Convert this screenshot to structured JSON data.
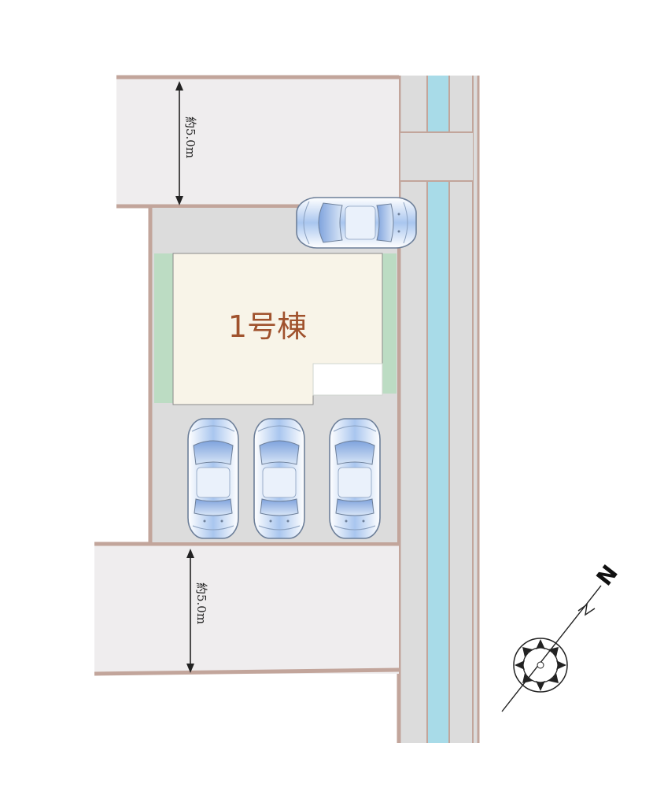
{
  "building": {
    "label": "1号棟"
  },
  "dimensions": {
    "top_plot": "約5.0m",
    "bottom_plot": "約5.0m"
  },
  "compass": {
    "label": "N",
    "icon": "north-arrow-icon"
  },
  "parking": {
    "car_icon": "car-icon",
    "count": 4
  },
  "colors": {
    "boundary": "#c2a59b",
    "neighbor_plot": "#efedee",
    "driveway": "#dcdcdc",
    "building": "#f8f4e8",
    "garden": "#bcdcc3",
    "waterway": "#a8dbe8",
    "label_text": "#a0522d"
  }
}
